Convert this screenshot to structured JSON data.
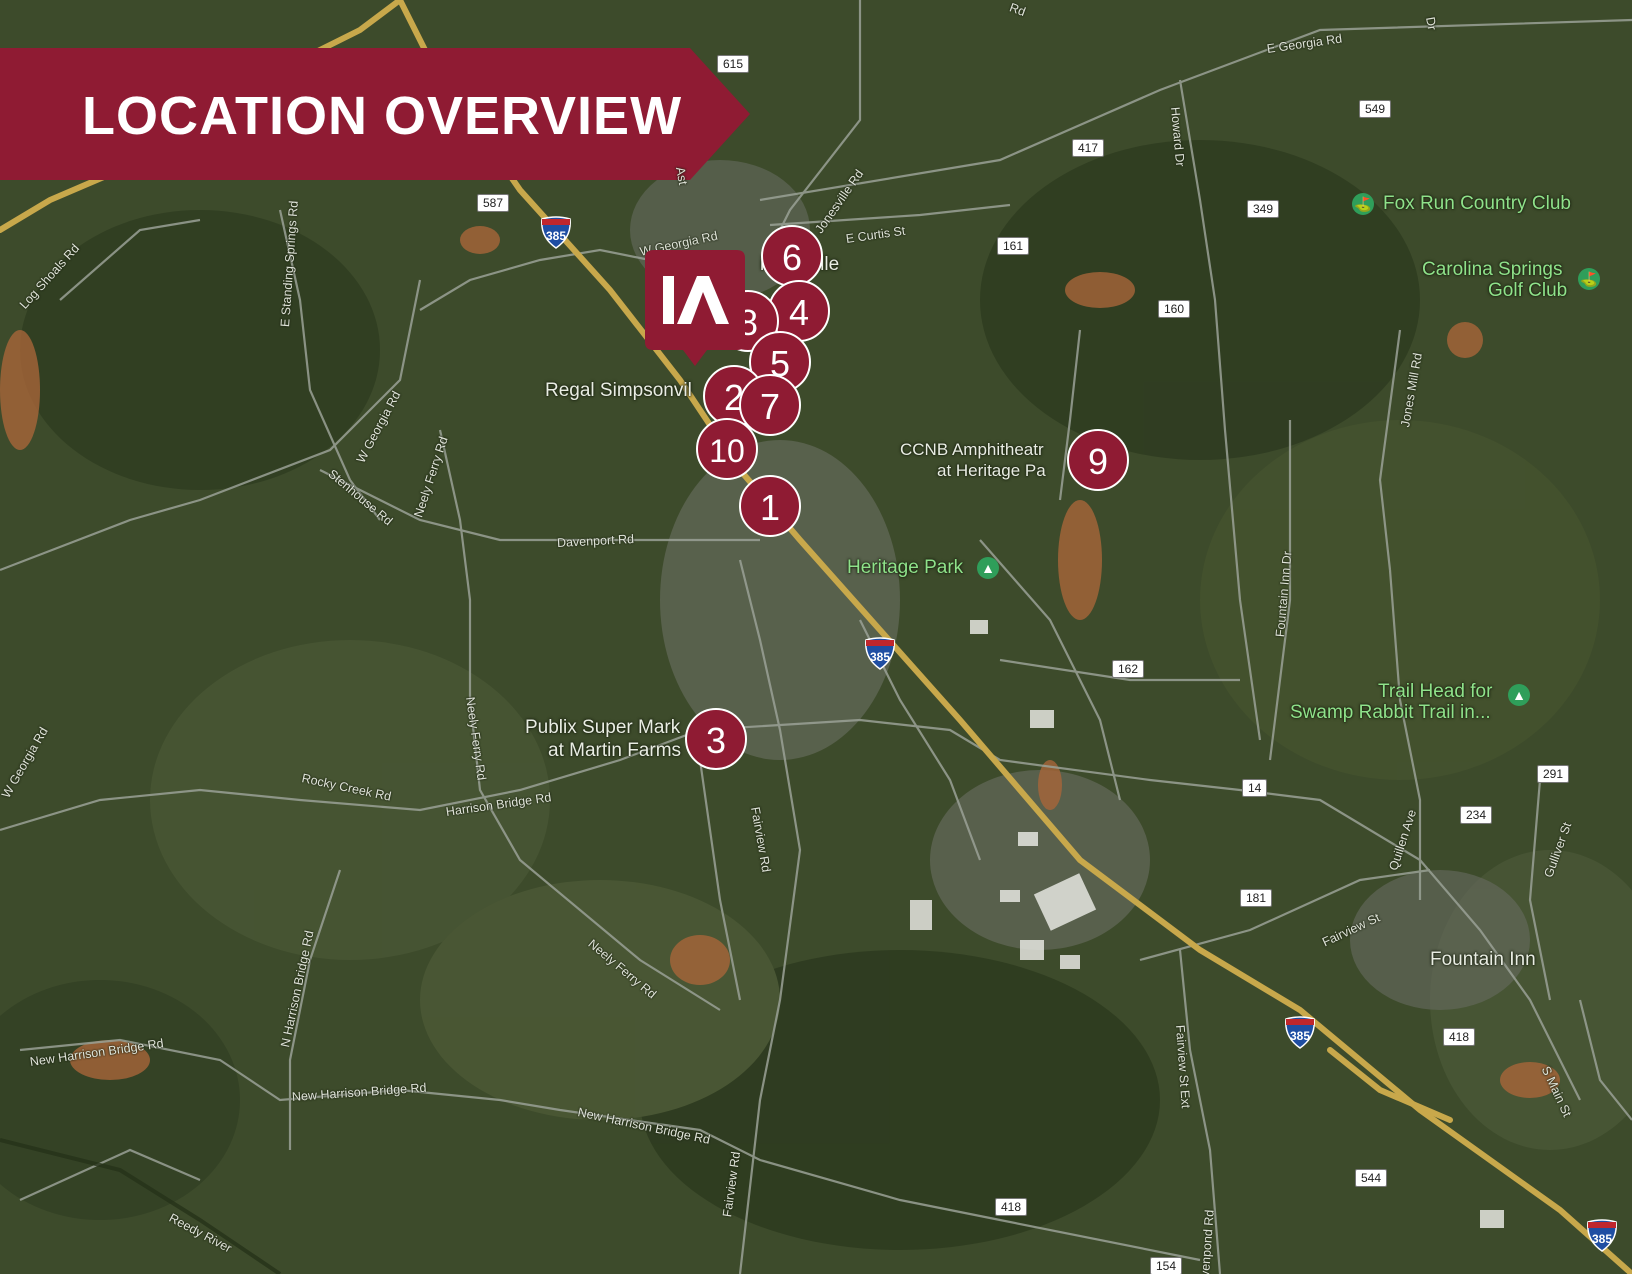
{
  "banner": {
    "title": "LOCATION OVERVIEW"
  },
  "colors": {
    "brand": "#8f1b33",
    "marker_border": "#ffffff",
    "road": "#9aa196",
    "interstate": "#c8a84b"
  },
  "markers": [
    {
      "label": "6"
    },
    {
      "label": "4"
    },
    {
      "label": "8"
    },
    {
      "label": "5"
    },
    {
      "label": "2"
    },
    {
      "label": "7"
    },
    {
      "label": "10"
    },
    {
      "label": "1"
    },
    {
      "label": "9"
    },
    {
      "label": "3"
    }
  ],
  "pin": {
    "icon": "brand-logo-pin-icon"
  },
  "places": [
    {
      "text": "Regal Simpsonvil"
    },
    {
      "text": "CCNB Amphitheatr"
    },
    {
      "text": "at Heritage Pa"
    },
    {
      "text": "Heritage Park"
    },
    {
      "text": "Fox Run Country Club"
    },
    {
      "text": "Carolina Springs"
    },
    {
      "text": "Golf Club"
    },
    {
      "text": "Trail Head for"
    },
    {
      "text": "Swamp Rabbit Trail in..."
    },
    {
      "text": "Publix Super Mark"
    },
    {
      "text": "at Martin Farms"
    },
    {
      "text": "Fountain Inn"
    },
    {
      "text": "imp nville"
    }
  ],
  "roads": [
    {
      "text": "E Georgia Rd"
    },
    {
      "text": "Howard Dr"
    },
    {
      "text": "Jonesville Rd"
    },
    {
      "text": "E Curtis St"
    },
    {
      "text": "W Georgia Rd"
    },
    {
      "text": "W Georgia Rd"
    },
    {
      "text": "Log Shoals Rd"
    },
    {
      "text": "E Standing Springs Rd"
    },
    {
      "text": "Neely Ferry Rd"
    },
    {
      "text": "Stenhouse Rd"
    },
    {
      "text": "Davenport Rd"
    },
    {
      "text": "Neely Ferry Rd"
    },
    {
      "text": "W Georgia Rd"
    },
    {
      "text": "Rocky Creek Rd"
    },
    {
      "text": "Harrison Bridge Rd"
    },
    {
      "text": "Fairview Rd"
    },
    {
      "text": "Neely Ferry Rd"
    },
    {
      "text": "N Harrison Bridge Rd"
    },
    {
      "text": "New Harrison Bridge Rd"
    },
    {
      "text": "New Harrison Bridge Rd"
    },
    {
      "text": "New Harrison Bridge Rd"
    },
    {
      "text": "Fairview Rd"
    },
    {
      "text": "Reedy River"
    },
    {
      "text": "Fairview St Ext"
    },
    {
      "text": "Fairview St"
    },
    {
      "text": "Quillen Ave"
    },
    {
      "text": "Fountain Inn Dr"
    },
    {
      "text": "Jones Mill Rd"
    },
    {
      "text": "Gulliver St"
    },
    {
      "text": "S Main St"
    },
    {
      "text": "Dr"
    },
    {
      "text": "Rd"
    },
    {
      "text": "Ast"
    },
    {
      "text": "venpond Rd"
    }
  ],
  "shields": [
    {
      "text": "615"
    },
    {
      "text": "549"
    },
    {
      "text": "417"
    },
    {
      "text": "349"
    },
    {
      "text": "587"
    },
    {
      "text": "161"
    },
    {
      "text": "160"
    },
    {
      "text": "162"
    },
    {
      "text": "291"
    },
    {
      "text": "14"
    },
    {
      "text": "234"
    },
    {
      "text": "181"
    },
    {
      "text": "418"
    },
    {
      "text": "418"
    },
    {
      "text": "544"
    },
    {
      "text": "154"
    }
  ],
  "interstates": [
    {
      "text": "385"
    },
    {
      "text": "385"
    },
    {
      "text": "385"
    },
    {
      "text": "385"
    }
  ]
}
